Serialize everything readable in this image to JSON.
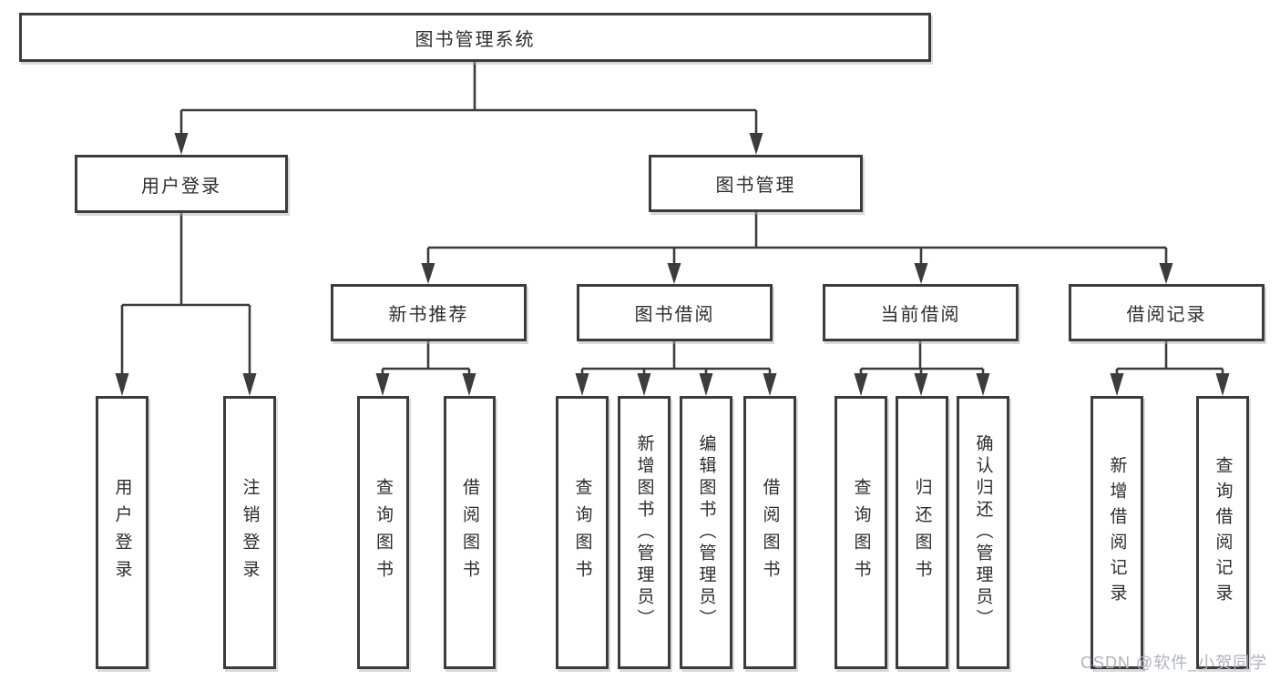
{
  "diagram": {
    "root": {
      "label": "图书管理系统"
    },
    "branches": [
      {
        "label": "用户登录",
        "children": [
          {
            "label": "用户登录"
          },
          {
            "label": "注销登录"
          }
        ]
      },
      {
        "label": "图书管理",
        "sections": [
          {
            "label": "新书推荐",
            "children": [
              {
                "label": "查询图书"
              },
              {
                "label": "借阅图书"
              }
            ]
          },
          {
            "label": "图书借阅",
            "children": [
              {
                "label": "查询图书"
              },
              {
                "label": "新增图书（管理员）"
              },
              {
                "label": "编辑图书（管理员）"
              },
              {
                "label": "借阅图书"
              }
            ]
          },
          {
            "label": "当前借阅",
            "children": [
              {
                "label": "查询图书"
              },
              {
                "label": "归还图书"
              },
              {
                "label": "确认归还（管理员）"
              }
            ]
          },
          {
            "label": "借阅记录",
            "children": [
              {
                "label": "新增借阅记录"
              },
              {
                "label": "查询借阅记录"
              }
            ]
          }
        ]
      }
    ]
  },
  "watermark": {
    "text": "CSDN @软件_小贺同学",
    "color": "#aeb3bd"
  },
  "colors": {
    "line": "#3c3c3c",
    "box_border": "#3c3c3c",
    "text": "#2d2d2d",
    "background": "#ffffff"
  }
}
